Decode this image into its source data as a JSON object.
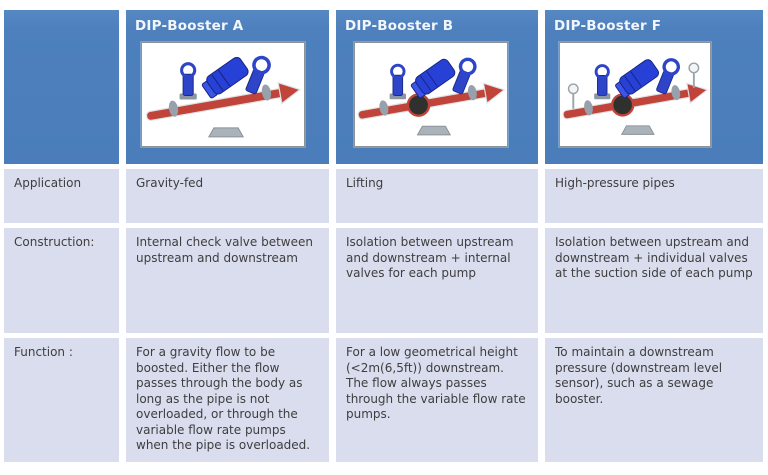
{
  "table": {
    "headers": {
      "label": "",
      "a": "DIP-Booster A",
      "b": "DIP-Booster B",
      "f": "DIP-Booster F"
    },
    "images": {
      "a": "3D render of DIP-Booster A: inline pump unit with blue motors and valves on a red flow-arrow pipe",
      "b": "3D render of DIP-Booster B: inline pump unit with blue motors and isolation valves on a red flow-arrow pipe",
      "f": "3D render of DIP-Booster F: inline pump unit with blue motors, valves and pressure gauges on a red flow-arrow pipe"
    },
    "rows": [
      {
        "label": "Application",
        "a": "Gravity-fed",
        "b": "Lifting",
        "f": "High-pressure pipes"
      },
      {
        "label": "Construction:",
        "a": "Internal check valve between upstream and downstream",
        "b": "Isolation between upstream and downstream + internal valves for each pump",
        "f": "Isolation between upstream and downstream + individual valves at the suction side of each pump"
      },
      {
        "label": "Function :",
        "a": "For a gravity flow to be boosted. Either the flow passes through the body as long as the pipe is not overloaded, or through the variable flow rate pumps when the pipe is overloaded.",
        "b": "For a low geometrical height (<2m(6,5ft)) downstream. The flow always passes through the variable flow rate pumps.",
        "f": "To maintain a downstream pressure (downstream level sensor), such as a sewage booster."
      }
    ]
  },
  "colors": {
    "header_bg": "#4d80bd",
    "header_text": "#f2f6fb",
    "row_bg": "#d9ddee",
    "body_text": "#3e3e3e",
    "pipe_red": "#c0443a",
    "pump_blue": "#2741d6",
    "metal_gray": "#97a1ac"
  }
}
